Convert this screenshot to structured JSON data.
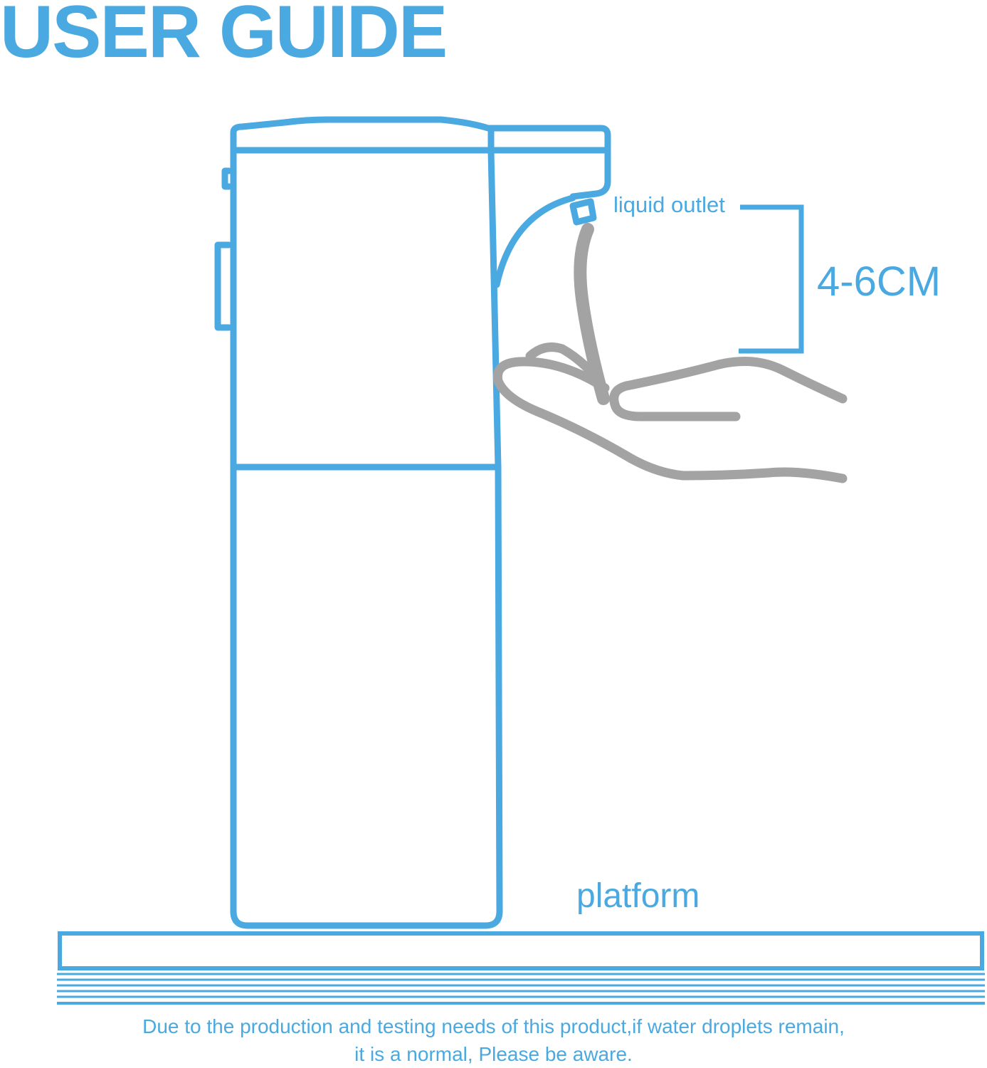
{
  "title": "USER GUIDE",
  "labels": {
    "liquid_outlet": "liquid outlet",
    "distance": "4-6CM",
    "platform": "platform"
  },
  "footnote": {
    "line1": "Due to the production and testing needs of this product,if water droplets remain,",
    "line2": "it is a normal, Please be aware."
  },
  "colors": {
    "outline": "#4aa9e0",
    "hand": "#a3a3a3",
    "background": "#ffffff"
  },
  "icons": {
    "dispenser": "soap-dispenser-outline",
    "hand": "open-palm-hand",
    "liquid": "liquid-stream"
  }
}
